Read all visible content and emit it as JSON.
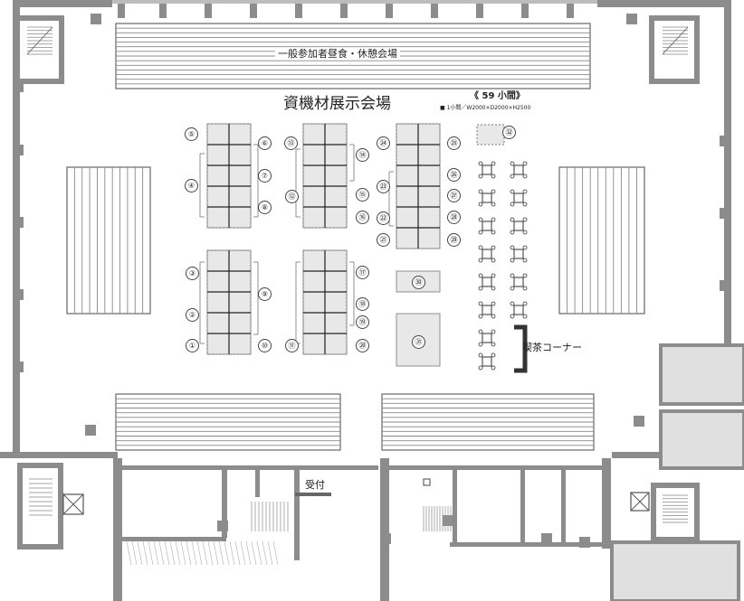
{
  "labels": {
    "lunch_area": "一般参加者昼食・休憩会場",
    "hall_title": "資機材展示会場",
    "booth_count": "《 59 小間》",
    "booth_spec": "■ 1小間／W2000×D2000×H2500",
    "reception": "受付",
    "cafe": "喫茶コーナー"
  },
  "booth_numbers": [
    "①",
    "②",
    "③",
    "④",
    "⑤",
    "⑥",
    "⑦",
    "⑧",
    "⑨",
    "⑩",
    "⑪",
    "⑫",
    "⑬",
    "⑭",
    "⑮",
    "⑯",
    "⑰",
    "⑱",
    "⑲",
    "⑳",
    "㉑",
    "㉒",
    "㉓",
    "㉔",
    "㉕",
    "㉖",
    "㉗",
    "㉘",
    "㉙",
    "㉚",
    "㉛",
    "㉜"
  ],
  "colors": {
    "wall": "#8c8c8c",
    "booth": "#e8e8e8",
    "line": "#555555"
  }
}
